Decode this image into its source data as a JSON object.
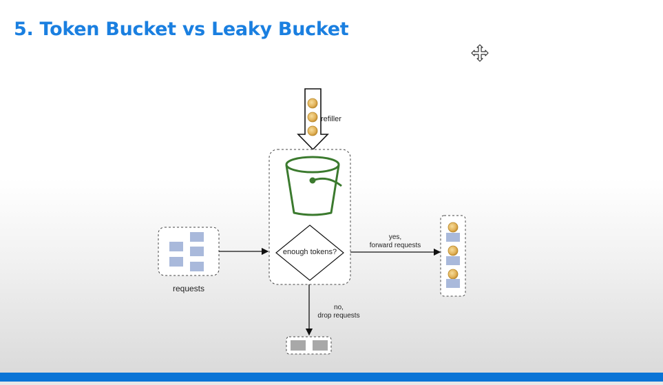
{
  "slide": {
    "title": "5. Token Bucket vs Leaky Bucket"
  },
  "diagram": {
    "refiller_label": "refiller",
    "decision_label": "enough tokens?",
    "requests_label": "requests",
    "yes_label_line1": "yes,",
    "yes_label_line2": "forward requests",
    "no_label_line1": "no,",
    "no_label_line2": "drop requests"
  },
  "colors": {
    "title": "#1a7fe0",
    "bucket": "#3b7a2e",
    "request_block": "#a9b9db",
    "dropped_block": "#a8a8a8",
    "token_fill": "#e2b35a",
    "bottom_bar": "#0a74d6"
  },
  "icons": {
    "cursor": "move-cursor-icon",
    "token": "coin-icon",
    "bucket": "bucket-icon"
  }
}
